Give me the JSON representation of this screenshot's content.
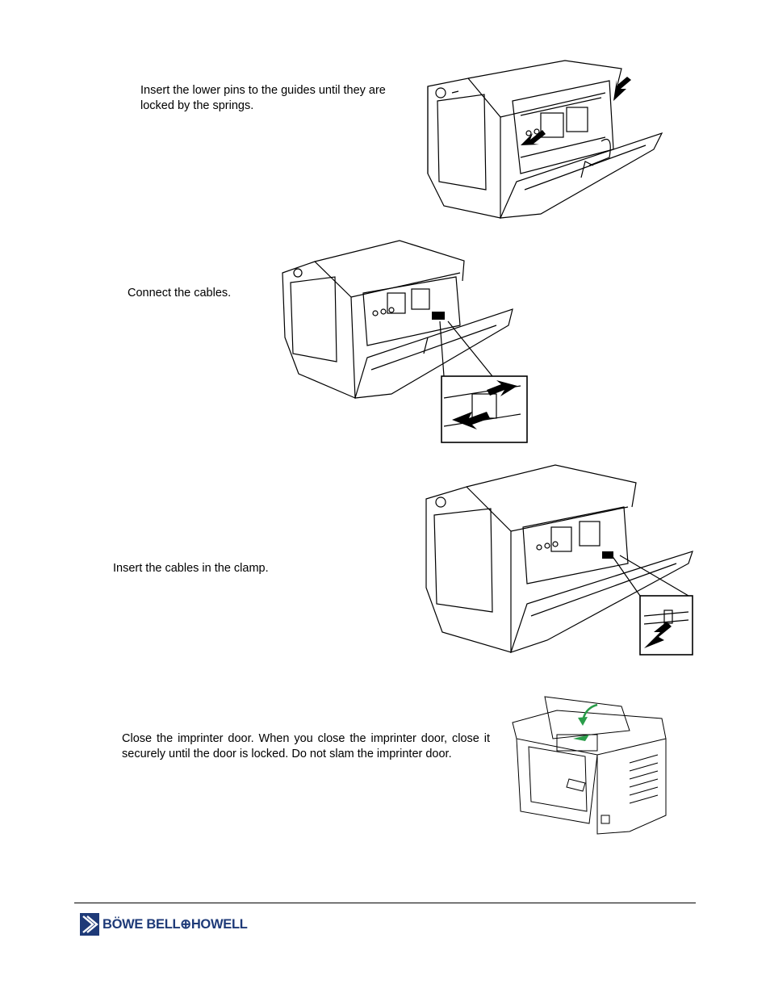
{
  "steps": [
    {
      "text": "Insert the lower pins to the guides until they are locked by the springs."
    },
    {
      "text": "Connect the cables."
    },
    {
      "text": "Insert the cables in the clamp."
    },
    {
      "text": "Close the imprinter door. When you close the imprinter door, close it securely until the door is locked.  Do not slam the imprinter door."
    }
  ],
  "footer": {
    "logo_text": "BÖWE BELL⊕HOWELL",
    "brand_color": "#1e3a78"
  },
  "colors": {
    "arrow_green": "#2a9d4a"
  }
}
